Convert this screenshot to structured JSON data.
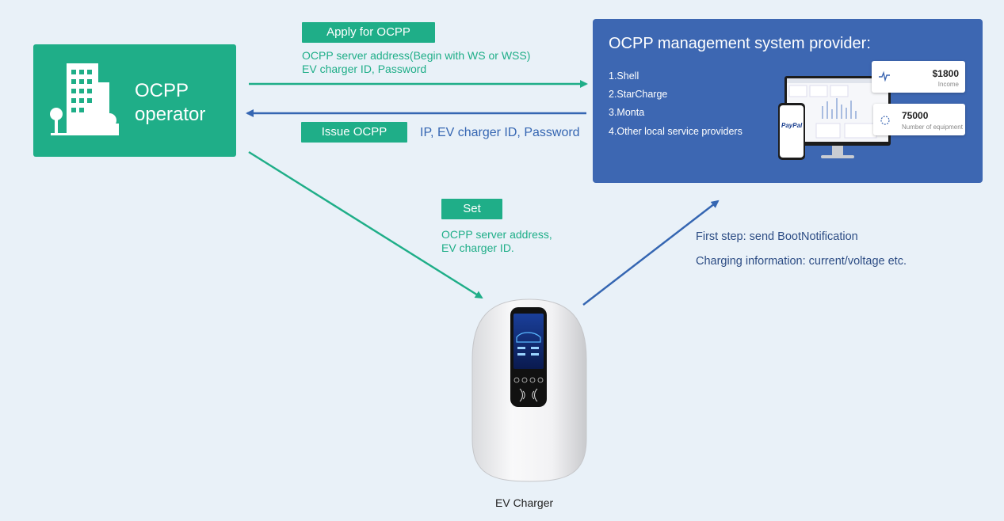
{
  "operator": {
    "title": "OCPP\noperator"
  },
  "apply": {
    "tag": "Apply for OCPP",
    "details": "OCPP server address(Begin with WS or WSS)\nEV charger ID, Password"
  },
  "issue": {
    "tag": "Issue OCPP",
    "details": "IP, EV charger ID, Password"
  },
  "provider": {
    "title": "OCPP management system provider:",
    "items": [
      "1.Shell",
      "2.StarCharge",
      "3.Monta",
      "4.Other local service providers"
    ],
    "income_card": {
      "value": "$1800",
      "label": "Income"
    },
    "equipment_card": {
      "value": "75000",
      "label": "Number of equipment"
    },
    "paypal_label": "PayPal"
  },
  "set": {
    "tag": "Set",
    "details": "OCPP server address,\nEV charger ID."
  },
  "boot": {
    "line1": "First step: send BootNotification",
    "line2": "Charging information: current/voltage etc."
  },
  "charger": {
    "label": "EV Charger"
  },
  "colors": {
    "green": "#1fae88",
    "blue": "#3d67b2",
    "arrow_blue": "#3566b2",
    "background": "#e9f1f8"
  }
}
